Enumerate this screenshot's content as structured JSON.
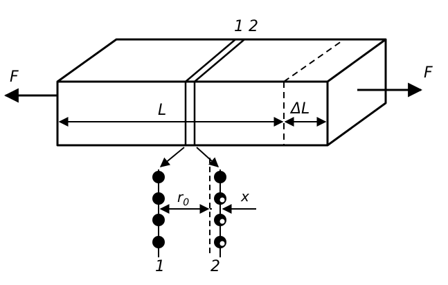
{
  "labels": {
    "top_planes": "1 2",
    "force_left": "F",
    "force_right": "F",
    "length": "L",
    "elongation": "ΔL",
    "equilibrium_distance": "r",
    "equilibrium_distance_sub": "0",
    "displacement": "x",
    "plane_1": "1",
    "plane_2": "2"
  },
  "colors": {
    "ink": "#000000",
    "background": "#ffffff"
  }
}
